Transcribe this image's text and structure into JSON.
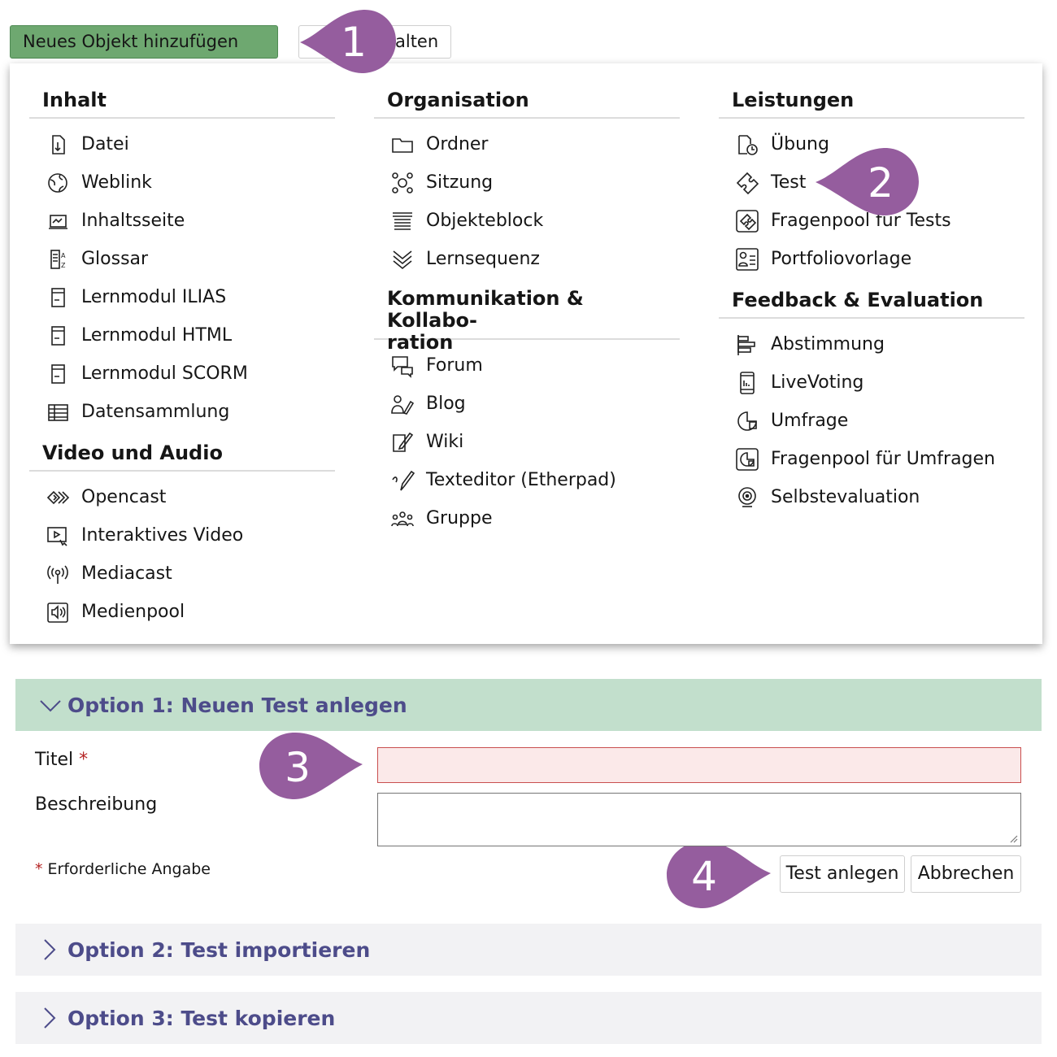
{
  "toolbar": {
    "add_label": "Neues Objekt hinzufügen",
    "add_dots": "•••",
    "manage_label": "alten"
  },
  "menu": {
    "columns": [
      {
        "sections": [
          {
            "heading": "Inhalt",
            "items": [
              {
                "label": "Datei",
                "icon": "file-icon"
              },
              {
                "label": "Weblink",
                "icon": "globe-icon"
              },
              {
                "label": "Inhaltsseite",
                "icon": "content-page-icon"
              },
              {
                "label": "Glossar",
                "icon": "glossary-icon"
              },
              {
                "label": "Lernmodul ILIAS",
                "icon": "learning-module-icon"
              },
              {
                "label": "Lernmodul HTML",
                "icon": "learning-module-icon"
              },
              {
                "label": "Lernmodul SCORM",
                "icon": "learning-module-icon"
              },
              {
                "label": "Datensammlung",
                "icon": "table-icon"
              }
            ]
          },
          {
            "heading": "Video und Audio",
            "items": [
              {
                "label": "Opencast",
                "icon": "opencast-icon"
              },
              {
                "label": "Interaktives Video",
                "icon": "interactive-video-icon"
              },
              {
                "label": "Mediacast",
                "icon": "broadcast-icon"
              },
              {
                "label": "Medienpool",
                "icon": "speaker-icon"
              }
            ]
          }
        ]
      },
      {
        "sections": [
          {
            "heading": "Organisation",
            "items": [
              {
                "label": "Ordner",
                "icon": "folder-icon"
              },
              {
                "label": "Sitzung",
                "icon": "session-icon"
              },
              {
                "label": "Objekteblock",
                "icon": "list-block-icon"
              },
              {
                "label": "Lernsequenz",
                "icon": "sequence-icon"
              }
            ]
          },
          {
            "heading": "Kommunikation & Kollabo-\nration",
            "items": [
              {
                "label": "Forum",
                "icon": "forum-icon"
              },
              {
                "label": "Blog",
                "icon": "blog-icon"
              },
              {
                "label": "Wiki",
                "icon": "wiki-icon"
              },
              {
                "label": "Texteditor (Etherpad)",
                "icon": "pen-icon"
              },
              {
                "label": "Gruppe",
                "icon": "group-icon"
              }
            ]
          }
        ]
      },
      {
        "sections": [
          {
            "heading": "Leistungen",
            "items": [
              {
                "label": "Übung",
                "icon": "exercise-icon"
              },
              {
                "label": "Test",
                "icon": "puzzle-icon"
              },
              {
                "label": "Fragenpool für Tests",
                "icon": "puzzle-pool-icon"
              },
              {
                "label": "Portfoliovorlage",
                "icon": "portfolio-icon"
              }
            ]
          },
          {
            "heading": "Feedback & Evaluation",
            "items": [
              {
                "label": "Abstimmung",
                "icon": "poll-icon"
              },
              {
                "label": "LiveVoting",
                "icon": "phone-chart-icon"
              },
              {
                "label": "Umfrage",
                "icon": "survey-icon"
              },
              {
                "label": "Fragenpool für Umfragen",
                "icon": "survey-pool-icon"
              },
              {
                "label": "Selbstevaluation",
                "icon": "eye-icon"
              }
            ]
          }
        ]
      }
    ]
  },
  "callouts": [
    "1",
    "2",
    "3",
    "4"
  ],
  "form": {
    "option1": "Option 1: Neuen Test anlegen",
    "title_label": "Titel",
    "required_star": "*",
    "description_label": "Beschreibung",
    "required_note": "Erforderliche Angabe",
    "create_button": "Test anlegen",
    "cancel_button": "Abbrechen",
    "title_value": "",
    "description_value": ""
  },
  "options": {
    "option2": "Option 2: Test importieren",
    "option3": "Option 3: Test kopieren"
  },
  "colors": {
    "add_button": "#6ea870",
    "callout": "#955d9e",
    "option_active_bg": "#c2dfcc",
    "option_text": "#4d4c8a",
    "error_bg": "#fbe9e9"
  }
}
